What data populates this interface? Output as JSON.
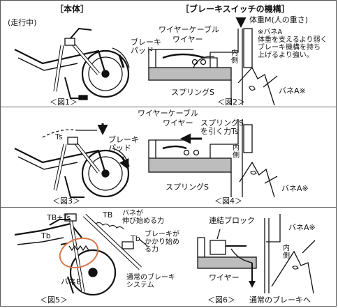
{
  "headers": {
    "left": "［本体］",
    "right": "［ブレーキスイッチの機構］"
  },
  "running": "(走行中)",
  "captions": {
    "fig1": "＜図1＞",
    "fig2": "＜図2＞",
    "fig3": "＜図3＞",
    "fig4": "＜図4＞",
    "fig5": "＜図5＞",
    "fig6": "＜図6＞"
  },
  "fig1": {
    "brake_pad": "ブレーキ\nパッド"
  },
  "fig2": {
    "wire_cable": "ワイヤーケーブル",
    "wire": "ワイヤー",
    "body_weight": "体重M(人の重さ)",
    "inner": "内\n側",
    "spring_a_note": "※バネA\n体重を支えるより弱く\nブレーキ機構を持ち\n上げるより強い。",
    "spring_s": "スプリングS",
    "spring_a": "バネA※"
  },
  "fig3": {
    "ts": "Ts",
    "brake_pad": "ブレーキ\nパッド"
  },
  "fig4": {
    "wire_cable": "ワイヤーケーブル",
    "wire": "ワイヤー",
    "pull_force": "スプリングS\nを引く力Ts",
    "inner": "内\n側",
    "spring_s": "スプリングS",
    "spring_a": "バネA※"
  },
  "fig5": {
    "tb_ts": "TB+Ts",
    "tb_left": "Tb",
    "tb_top": "TB",
    "spring_stretch": "バネが\n伸び始める力",
    "tb_right": "Tb",
    "brake_start": "ブレーキが\nかかり始め\nる力",
    "spring_b": "バネB",
    "normal_brake": "通常のブレーキ\nシステム"
  },
  "fig6": {
    "connect_block": "連結ブロック",
    "spring_a": "バネA※",
    "inner": "内\n側",
    "wire": "ワイヤー",
    "to_normal": "通常のブレーキへ"
  },
  "colors": {
    "line": "#111111",
    "highlight": "#d9774a",
    "shadow": "#888888",
    "fill": "#bdbdbd"
  }
}
